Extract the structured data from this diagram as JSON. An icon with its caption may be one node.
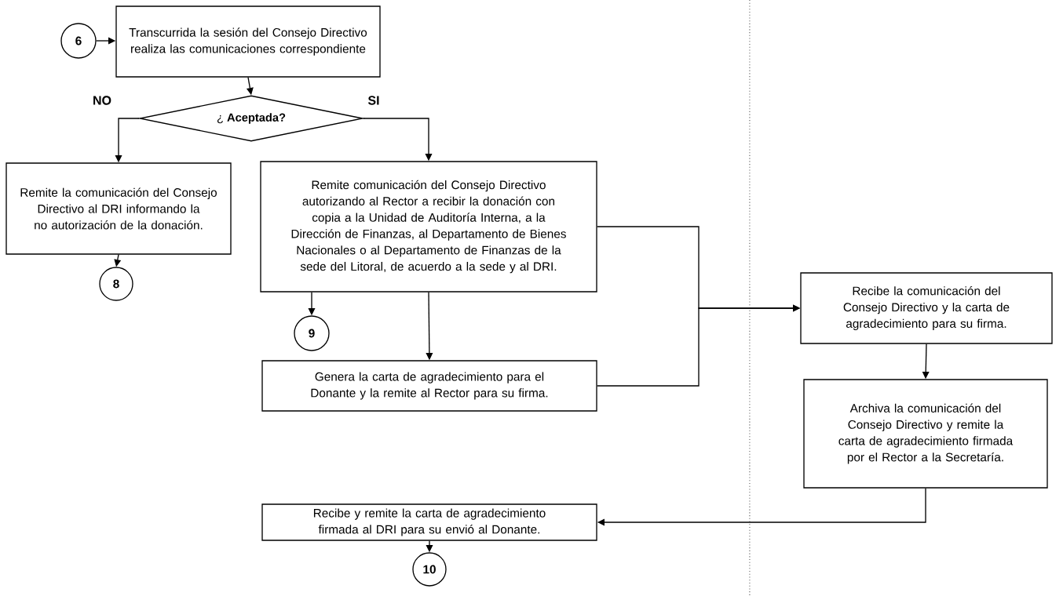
{
  "diagram": {
    "nodes": [
      {
        "text": [
          "6"
        ]
      },
      {
        "text": [
          "Transcurrida la sesión del Consejo Directivo realiza las comunicaciones correspondiente"
        ]
      },
      {
        "text": [
          "¿ **Aceptada?**"
        ]
      },
      {
        "text": [
          "Remite la comunicación del Consejo Directivo al DRI informando la no autorización de la donación."
        ]
      },
      {
        "text": [
          "8"
        ]
      },
      {
        "text": [
          "Remite comunicación del Consejo Directivo autorizando al Rector a recibir la donación con copia a la Unidad de Auditoría Interna, a la Dirección de Finanzas, al Departamento de Bienes Nacionales o al Departamento de Finanzas de la sede del Litoral, de acuerdo a la sede y al DRI."
        ]
      },
      {
        "text": [
          "9"
        ]
      },
      {
        "text": [
          "Genera la carta de agradecimiento para el Donante y la remite al Rector para su firma."
        ]
      },
      {
        "text": [
          "Recibe la comunicación  del Consejo Directivo y la carta de agradecimiento para su firma."
        ]
      },
      {
        "text": [
          "Archiva la comunicación  del Consejo Directivo y remite la carta de agradecimiento firmada por el Rector a la Secretaría."
        ]
      },
      {
        "text": [
          "Recibe y remite la carta de agradecimiento firmada al DRI para su envió al Donante."
        ]
      },
      {
        "text": [
          "10"
        ]
      }
    ],
    "edges": [
      {
        "from": 0,
        "to": 1,
        "arrow": "to"
      },
      {
        "from": 1,
        "to": 2,
        "arrow": "to"
      },
      {
        "from": 2,
        "to": 3,
        "arrow": "to",
        "label": "NO"
      },
      {
        "from": 2,
        "to": 5,
        "arrow": "to",
        "label": "SI"
      },
      {
        "from": 3,
        "to": 4,
        "arrow": "to"
      },
      {
        "from": 5,
        "to": 6,
        "arrow": "to"
      },
      {
        "from": 5,
        "to": 7,
        "arrow": "to"
      },
      {
        "from": 5,
        "to": 8,
        "arrow": "to"
      },
      {
        "from": 7,
        "to": 8,
        "arrow": "to"
      },
      {
        "from": 8,
        "to": 9,
        "arrow": "to"
      },
      {
        "from": 9,
        "to": 10,
        "arrow": "to"
      },
      {
        "from": 10,
        "to": 11,
        "arrow": "to"
      }
    ]
  }
}
